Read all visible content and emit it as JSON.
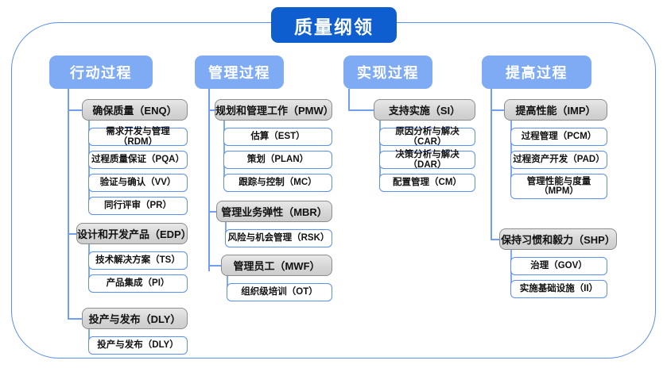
{
  "diagram": {
    "root": {
      "label": "质量纲领"
    },
    "colors": {
      "root_blue": "#0f5ed0",
      "header_blue": "#7fabf5",
      "group_gray": "#d6d6d6",
      "group_border": "#8c8c8c",
      "leaf_border": "#5b8ff0",
      "line_blue": "#6f9ef2",
      "frame_blue": "#5a8ef0"
    },
    "columns": [
      {
        "header": "行动过程",
        "groups": [
          {
            "label": "确保质量（ENQ）",
            "items": [
              "需求开发与管理（RDM）",
              "过程质量保证（PQA）",
              "验证与确认（VV）",
              "同行评审（PR）"
            ]
          },
          {
            "label": "设计和开发产品（EDP）",
            "items": [
              "技术解决方案（TS）",
              "产品集成（PI）"
            ]
          },
          {
            "label": "投产与发布（DLY）",
            "items": [
              "投产与发布（DLY）"
            ]
          }
        ]
      },
      {
        "header": "管理过程",
        "groups": [
          {
            "label": "规划和管理工作（PMW）",
            "items": [
              "估算（EST）",
              "策划（PLAN）",
              "跟踪与控制（MC）"
            ]
          },
          {
            "label": "管理业务弹性（MBR）",
            "items": [
              "风险与机会管理（RSK）"
            ]
          },
          {
            "label": "管理员工（MWF）",
            "items": [
              "组织级培训（OT）"
            ]
          }
        ]
      },
      {
        "header": "实现过程",
        "groups": [
          {
            "label": "支持实施（SI）",
            "items": [
              "原因分析与解决（CAR）",
              "决策分析与解决（DAR）",
              "配置管理（CM）"
            ]
          }
        ]
      },
      {
        "header": "提高过程",
        "groups": [
          {
            "label": "提高性能（IMP）",
            "items": [
              "过程管理（PCM）",
              "过程资产开发（PAD）",
              "管理性能与度量\n（MPM）"
            ]
          },
          {
            "label": "保持习惯和毅力（SHP）",
            "items": [
              "治理（GOV）",
              "实施基础设施（II）"
            ]
          }
        ]
      }
    ]
  }
}
